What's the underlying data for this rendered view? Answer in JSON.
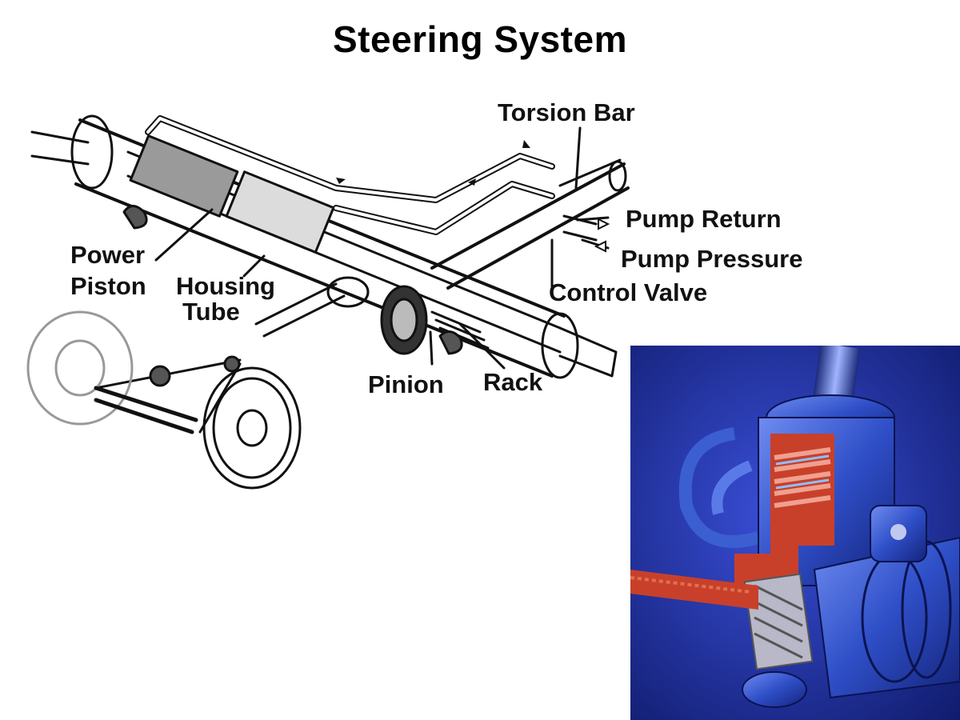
{
  "title": "Steering System",
  "labels": {
    "torsion_bar": "Torsion Bar",
    "pump_return": "Pump Return",
    "pump_pressure": "Pump Pressure",
    "control_valve": "Control Valve",
    "power": "Power",
    "piston": "Piston",
    "housing": "Housing",
    "tube": "Tube",
    "pinion": "Pinion",
    "rack": "Rack"
  },
  "colors": {
    "ink": "#111111",
    "photo_background": "#1a2a8c",
    "photo_metal": "#3b5fd0",
    "photo_cutaway": "#c8402a"
  }
}
